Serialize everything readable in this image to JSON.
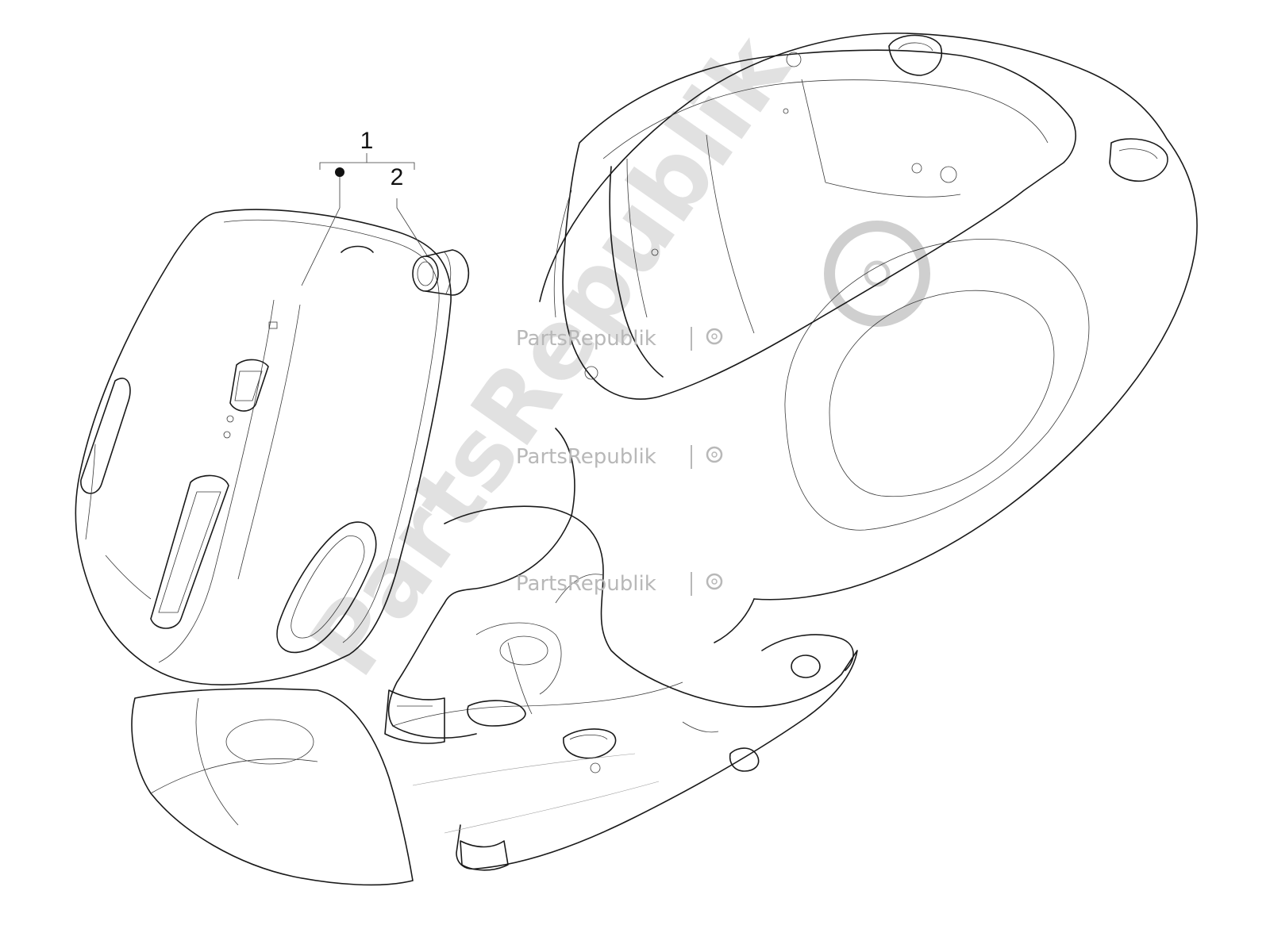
{
  "callouts": {
    "part1": "1",
    "part2": "2"
  },
  "watermark": {
    "label": "PartsRepublik",
    "big_label": "PartsRepublik",
    "icon": "gear-icon"
  },
  "colors": {
    "outline": "#1a1a1a",
    "watermark": "#b8b8b8",
    "background": "#ffffff"
  }
}
